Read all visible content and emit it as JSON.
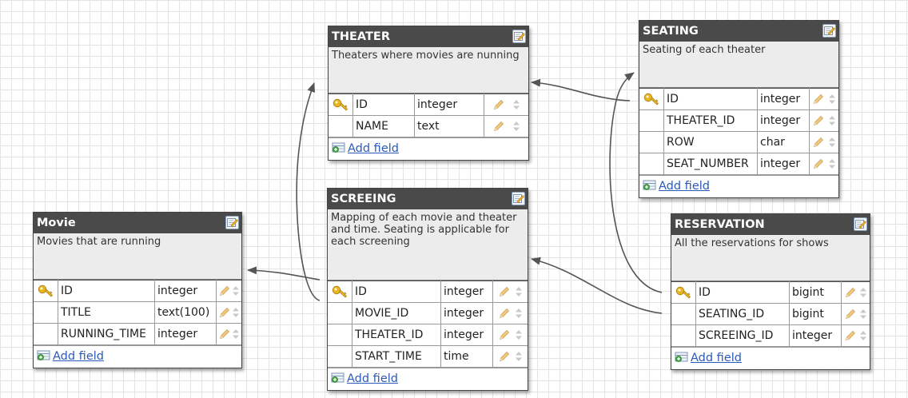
{
  "add_field_label": "Add field",
  "colors": {
    "header_bg": "#4a4a4a",
    "desc_bg": "#ececec",
    "link": "#2b5bb8",
    "key_icon": "#e8b623",
    "connector": "#555555"
  },
  "tables": [
    {
      "id": "theater",
      "title": "THEATER",
      "description": "Theaters where movies are nunning",
      "fields": [
        {
          "key": true,
          "name": "ID",
          "type": "integer"
        },
        {
          "key": false,
          "name": "NAME",
          "type": "text"
        }
      ]
    },
    {
      "id": "seating",
      "title": "SEATING",
      "description": "Seating of each theater",
      "fields": [
        {
          "key": true,
          "name": "ID",
          "type": "integer"
        },
        {
          "key": false,
          "name": "THEATER_ID",
          "type": "integer"
        },
        {
          "key": false,
          "name": "ROW",
          "type": "char"
        },
        {
          "key": false,
          "name": "SEAT_NUMBER",
          "type": "integer"
        }
      ]
    },
    {
      "id": "movie",
      "title": "Movie",
      "description": "Movies that are running",
      "fields": [
        {
          "key": true,
          "name": "ID",
          "type": "integer"
        },
        {
          "key": false,
          "name": "TITLE",
          "type": "text(100)"
        },
        {
          "key": false,
          "name": "RUNNING_TIME",
          "type": "integer"
        }
      ]
    },
    {
      "id": "screeing",
      "title": "SCREEING",
      "description": "Mapping of each movie and theater and time.  Seating is applicable for each screening",
      "fields": [
        {
          "key": true,
          "name": "ID",
          "type": "integer"
        },
        {
          "key": false,
          "name": "MOVIE_ID",
          "type": "integer"
        },
        {
          "key": false,
          "name": "THEATER_ID",
          "type": "integer"
        },
        {
          "key": false,
          "name": "START_TIME",
          "type": "time"
        }
      ]
    },
    {
      "id": "reservation",
      "title": "RESERVATION",
      "description": "All the reservations for shows",
      "fields": [
        {
          "key": true,
          "name": "ID",
          "type": "bigint"
        },
        {
          "key": false,
          "name": "SEATING_ID",
          "type": "bigint"
        },
        {
          "key": false,
          "name": "SCREEING_ID",
          "type": "integer"
        }
      ]
    }
  ],
  "relations": [
    {
      "from": "screeing.MOVIE_ID",
      "to": "movie.ID"
    },
    {
      "from": "screeing.THEATER_ID",
      "to": "theater.ID"
    },
    {
      "from": "seating.THEATER_ID",
      "to": "theater.ID"
    },
    {
      "from": "reservation.SEATING_ID",
      "to": "seating.ID"
    },
    {
      "from": "reservation.SCREEING_ID",
      "to": "screeing.ID"
    }
  ]
}
